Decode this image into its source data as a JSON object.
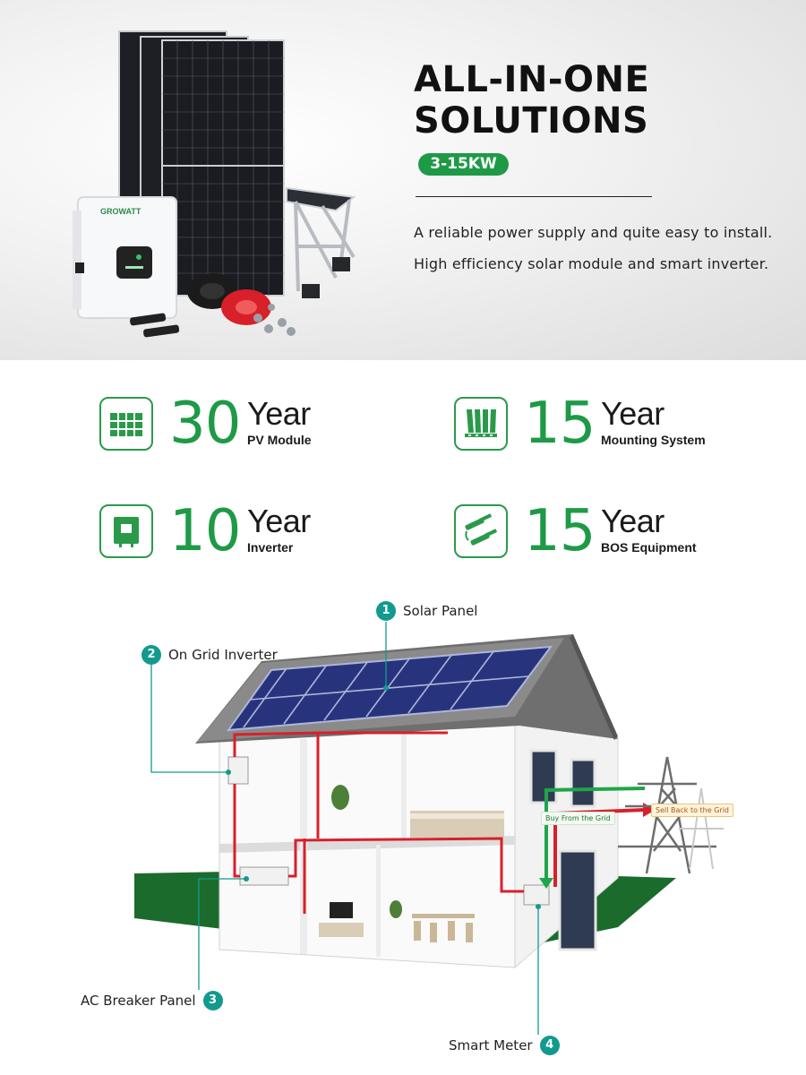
{
  "hero": {
    "title_line1": "ALL-IN-ONE",
    "title_line2": "SOLUTIONS",
    "power_range": "3-15KW",
    "line1": "A reliable power supply and quite easy to install.",
    "line2": "High efficiency solar module and smart inverter.",
    "brand": "GROWATT"
  },
  "warranties": [
    {
      "number": "30",
      "unit": "Year",
      "label": "PV Module",
      "icon": "solar-panel-icon"
    },
    {
      "number": "15",
      "unit": "Year",
      "label": "Mounting System",
      "icon": "mounting-rail-icon"
    },
    {
      "number": "10",
      "unit": "Year",
      "label": "Inverter",
      "icon": "inverter-icon"
    },
    {
      "number": "15",
      "unit": "Year",
      "label": "BOS Equipment",
      "icon": "connector-icon"
    }
  ],
  "diagram": {
    "callouts": [
      {
        "n": "1",
        "label": "Solar Panel"
      },
      {
        "n": "2",
        "label": "On Grid Inverter"
      },
      {
        "n": "3",
        "label": "AC Breaker Panel"
      },
      {
        "n": "4",
        "label": "Smart Meter"
      }
    ],
    "buy_tag": "Buy From the Grid",
    "sell_tag": "Sell Back to the Grid"
  },
  "colors": {
    "accent_green": "#1e9a47",
    "badge_teal": "#129a8e",
    "wire_red": "#d8202a"
  }
}
